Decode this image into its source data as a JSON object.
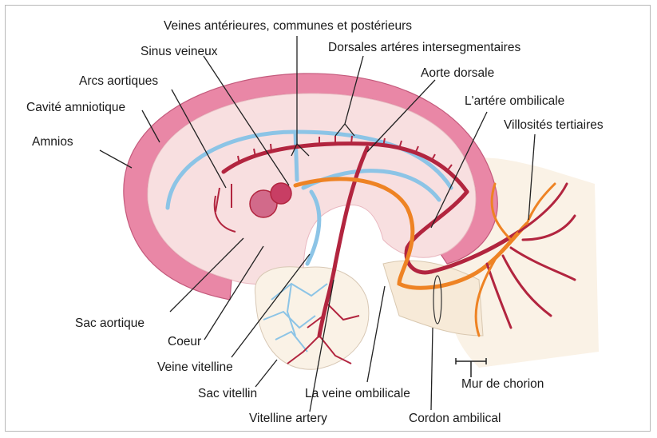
{
  "labels": {
    "veines": "Veines antérieures, communes et postérieurs",
    "sinus": "Sinus veineux",
    "dorsales": "Dorsales artéres intersegmentaires",
    "arcs": "Arcs aortiques",
    "aorte": "Aorte dorsale",
    "cavite": "Cavité amniotique",
    "artere_ombilicale": "L'artére ombilicale",
    "villosites": "Villosités tertiaires",
    "amnios": "Amnios",
    "sac_aortique": "Sac aortique",
    "coeur": "Coeur",
    "veine_vitelline": "Veine vitelline",
    "sac_vitellin": "Sac vitellin",
    "veine_ombilicale": "La veine ombilicale",
    "mur_chorion": "Mur de chorion",
    "vitelline_artery": "Vitelline artery",
    "cordon": "Cordon ambilical"
  },
  "colors": {
    "amnion_pink": "#e987a6",
    "embryo_pale": "#f8dfe0",
    "artery_red": "#b2253f",
    "vein_blue": "#8cc4e6",
    "umbilical_orange": "#ee8324",
    "yolk_sac": "#faf2e6",
    "leader_line": "#222222"
  }
}
